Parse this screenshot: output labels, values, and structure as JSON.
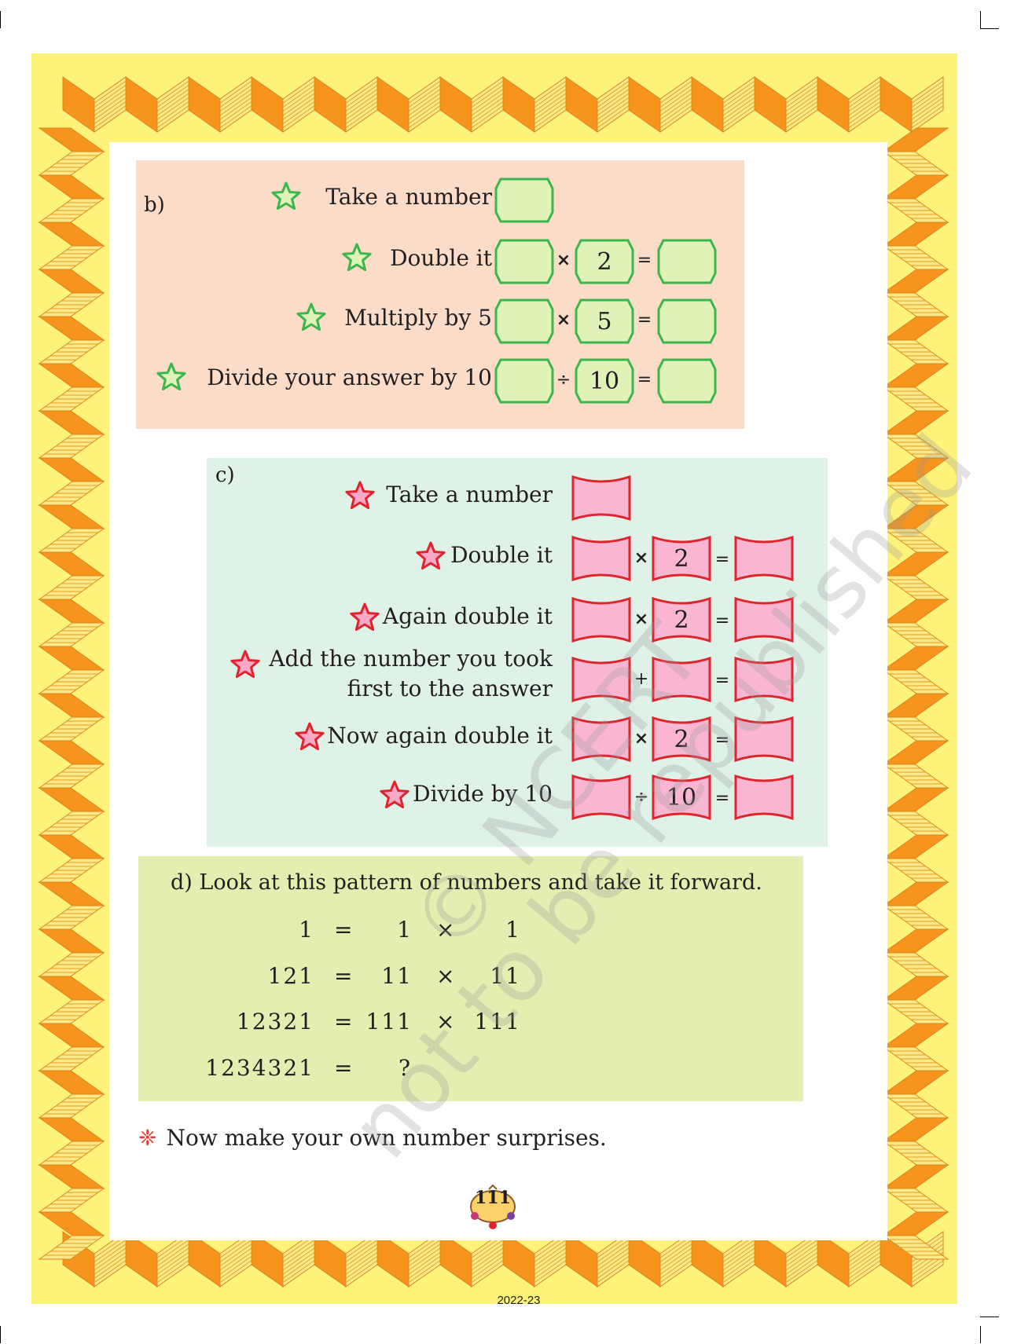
{
  "colors": {
    "frame_bg": "#fdf27a",
    "border_orange": "#f7941d",
    "border_light": "#fde98a",
    "panel_b": "#fbdcc8",
    "panel_c": "#dff2e8",
    "panel_d": "#e2efb0",
    "green_box_fill": "#dff2b8",
    "green_box_stroke": "#3cb54a",
    "pink_box_fill": "#f9b6d2",
    "pink_box_stroke": "#e0242b",
    "green_star": "#3cb54a",
    "pink_star": "#f9a8c8",
    "asterisk": "#e03c31"
  },
  "section_b": {
    "letter": "b)",
    "steps": [
      {
        "label": "Take a number",
        "operator": "",
        "operand": "",
        "has_result": false
      },
      {
        "label": "Double it",
        "operator": "×",
        "operand": "2",
        "has_result": true
      },
      {
        "label": "Multiply by 5",
        "operator": "×",
        "operand": "5",
        "has_result": true
      },
      {
        "label": "Divide your answer by 10",
        "operator": "÷",
        "operand": "10",
        "has_result": true
      }
    ]
  },
  "section_c": {
    "letter": "c)",
    "steps": [
      {
        "label": "Take a number",
        "operator": "",
        "operand": "",
        "has_result": false
      },
      {
        "label": "Double it",
        "operator": "×",
        "operand": "2",
        "has_result": true
      },
      {
        "label": "Again double it",
        "operator": "×",
        "operand": "2",
        "has_result": true
      },
      {
        "label": "Add the number you took first to the answer",
        "operator": "+",
        "operand": "",
        "has_result": true
      },
      {
        "label": "Now again double it",
        "operator": "×",
        "operand": "2",
        "has_result": true
      },
      {
        "label": "Divide by 10",
        "operator": "÷",
        "operand": "10",
        "has_result": true
      }
    ],
    "step4_line1": "Add the number you took",
    "step4_line2": "first to the answer"
  },
  "section_d": {
    "title": "d) Look at this pattern of numbers and take it forward.",
    "rows": [
      {
        "left": "1",
        "eq": "=",
        "a": "1",
        "times": "×",
        "b": "1"
      },
      {
        "left": "121",
        "eq": "=",
        "a": "11",
        "times": "×",
        "b": "11"
      },
      {
        "left": "12321",
        "eq": "=",
        "a": "111",
        "times": "×",
        "b": "111"
      },
      {
        "left": "1234321",
        "eq": "=",
        "a": "?",
        "times": "",
        "b": ""
      }
    ]
  },
  "surprise_text": "Now make your own number surprises.",
  "surprise_bullet": "❈",
  "page_number": "111",
  "footer_year": "2022-23",
  "watermark_line1": "© NCERT",
  "watermark_line2": "not to be republished"
}
